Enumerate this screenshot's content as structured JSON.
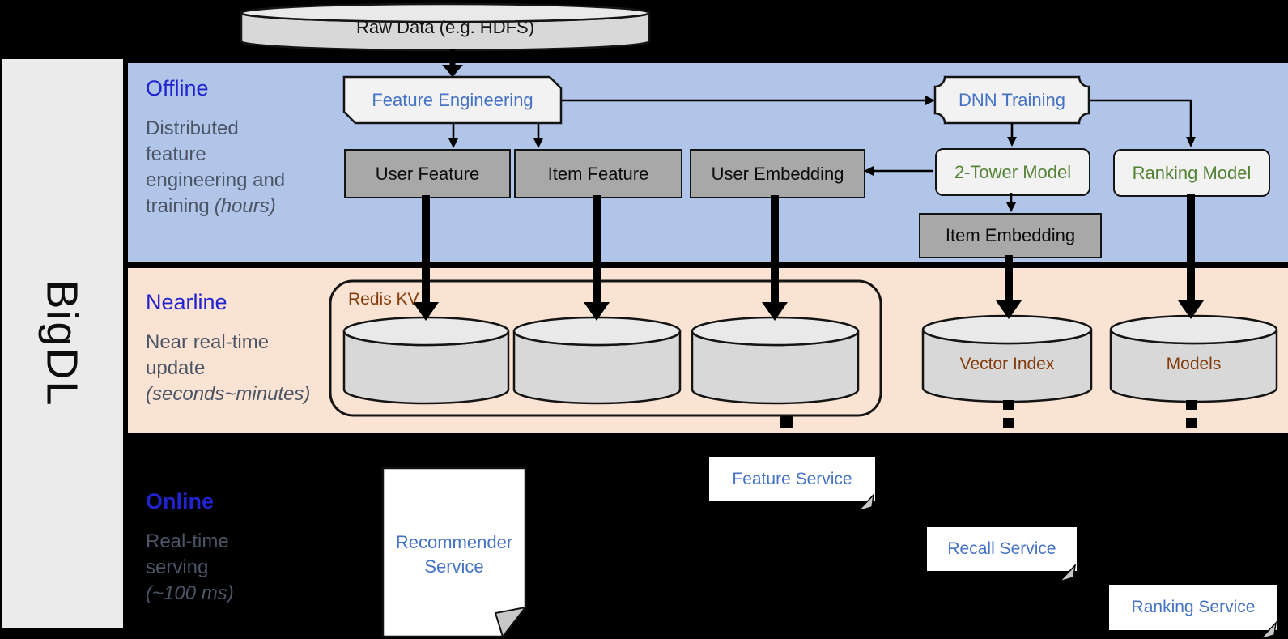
{
  "brand": "BigDL",
  "pipeline": {
    "raw_data": "Raw Data (e.g. HDFS)",
    "feature_engineering": "Feature Engineering",
    "dnn_training": "DNN Training",
    "user_feature": "User Feature",
    "item_feature": "Item Feature",
    "user_embedding": "User Embedding",
    "two_tower_model": "2-Tower Model",
    "ranking_model": "Ranking Model",
    "item_embedding": "Item Embedding",
    "redis_kv": "Redis KV",
    "vector_index": "Vector Index",
    "models": "Models",
    "recommender_service": "Recommender Service",
    "feature_service": "Feature Service",
    "recall_service": "Recall Service",
    "ranking_service": "Ranking Service"
  },
  "sections": {
    "offline": {
      "title": "Offline",
      "desc_lines": [
        "Distributed",
        "feature",
        "engineering and"
      ],
      "desc_tail": "training",
      "desc_italic": "(hours)"
    },
    "nearline": {
      "title": "Nearline",
      "desc_lines": [
        "Near real-time",
        "update"
      ],
      "desc_italic": "(seconds~minutes)"
    },
    "online": {
      "title": "Online",
      "desc_lines": [
        "Real-time",
        "serving"
      ],
      "desc_italic": "(~100 ms)"
    }
  },
  "colors": {
    "background": "#000000",
    "band_offline": "#b1c5e8",
    "band_nearline": "#fae3d2",
    "brand_panel": "#ebebeb",
    "section_title_blue": "#2222cf",
    "muted_text": "#4b5566",
    "node_text_blue": "#4472c4",
    "node_text_green": "#548235",
    "node_text_brown": "#843c0c",
    "box_gray": "#a8a8a8",
    "box_light": "#f2f2f2",
    "cylinder_fill": "#d8d8d8"
  }
}
